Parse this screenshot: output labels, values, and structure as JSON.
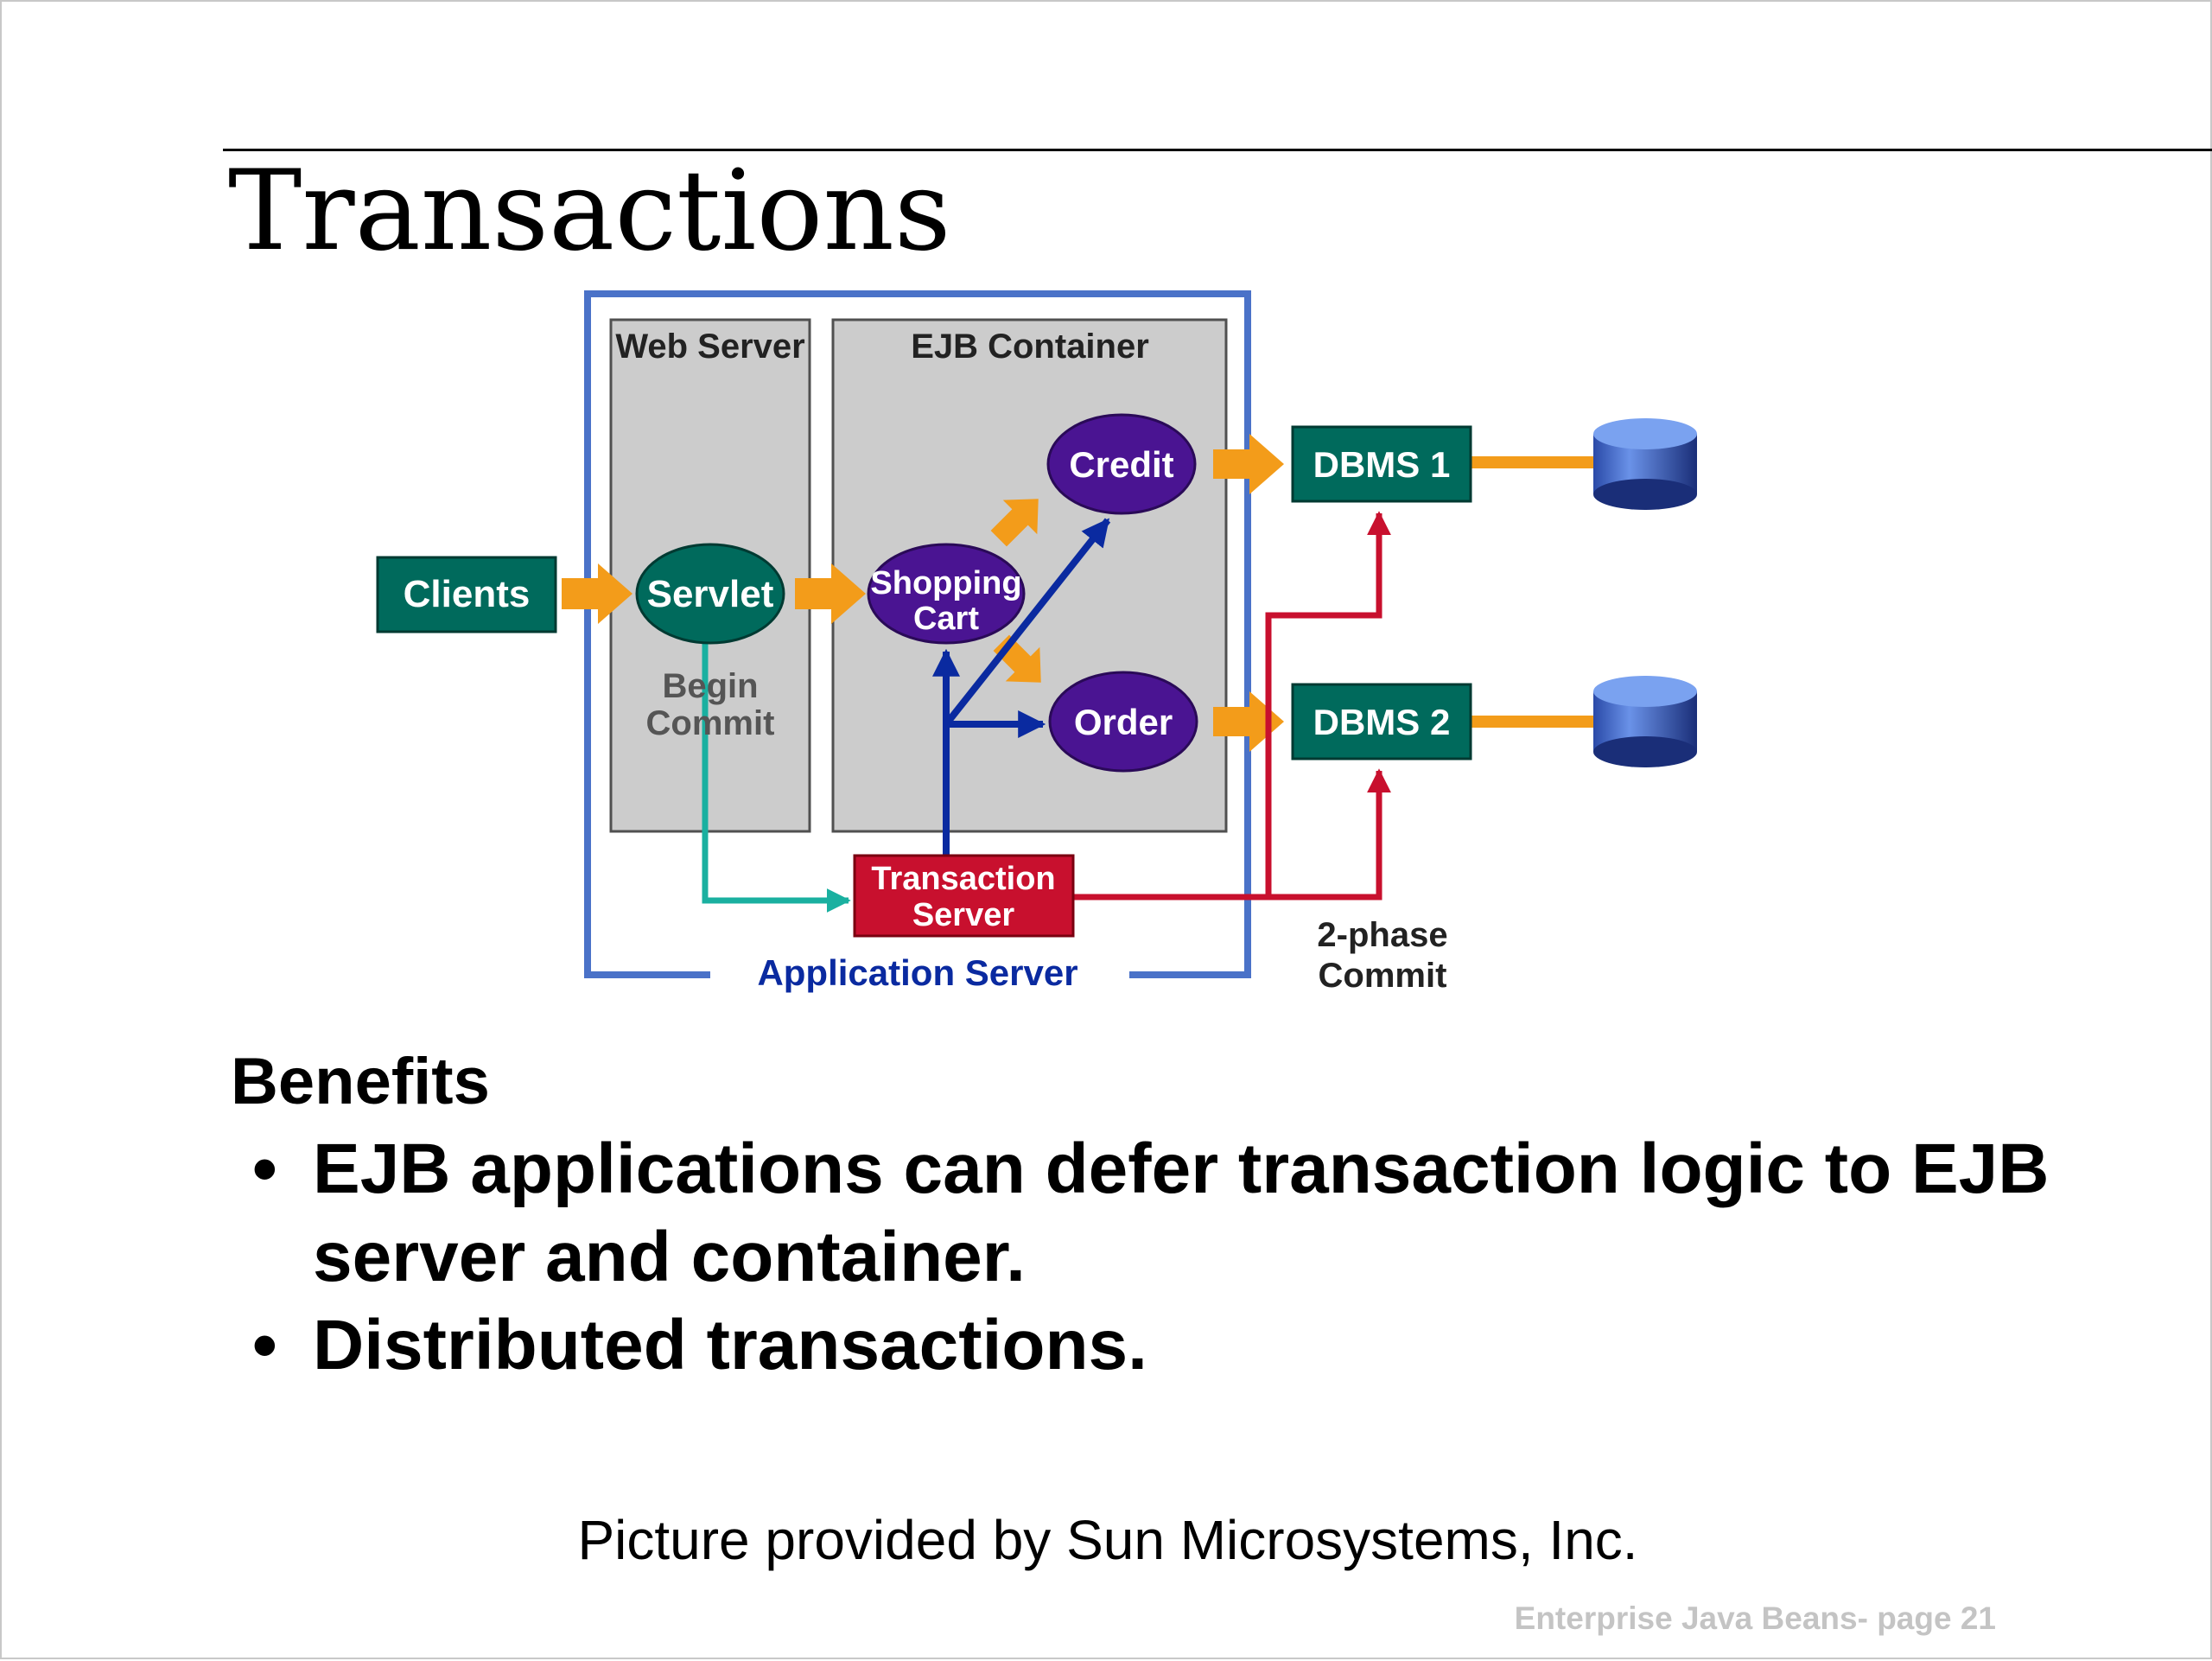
{
  "slide": {
    "title": "Transactions",
    "benefits_heading": "Benefits",
    "bullets": [
      "EJB applications can defer transaction logic to EJB server and container.",
      "Distributed transactions."
    ],
    "bullet_marker": "•",
    "image_credit": "Picture provided by Sun Microsystems, Inc.",
    "footer": "Enterprise Java Beans- page 21"
  },
  "diagram": {
    "web_server": "Web Server",
    "ejb_container": "EJB Container",
    "application_server": "Application Server",
    "clients": "Clients",
    "servlet": "Servlet",
    "begin": "Begin",
    "commit": "Commit",
    "shopping": "Shopping",
    "cart": "Cart",
    "credit": "Credit",
    "order": "Order",
    "dbms1": "DBMS 1",
    "dbms2": "DBMS 2",
    "transaction": "Transaction",
    "server": "Server",
    "two_phase": "2-phase",
    "two_phase_commit": "Commit"
  },
  "colors": {
    "teal_box": "#006a5c",
    "orange_arrow": "#f39c1a",
    "purple_ellipse": "#4a1492",
    "blue_arrow": "#0a2aa0",
    "red_line": "#c8102e",
    "cyan_line": "#1ab0a0",
    "app_server_border": "#4a72c8",
    "panel_gray": "#cccccc",
    "footer_gray": "#c4c4c4"
  }
}
